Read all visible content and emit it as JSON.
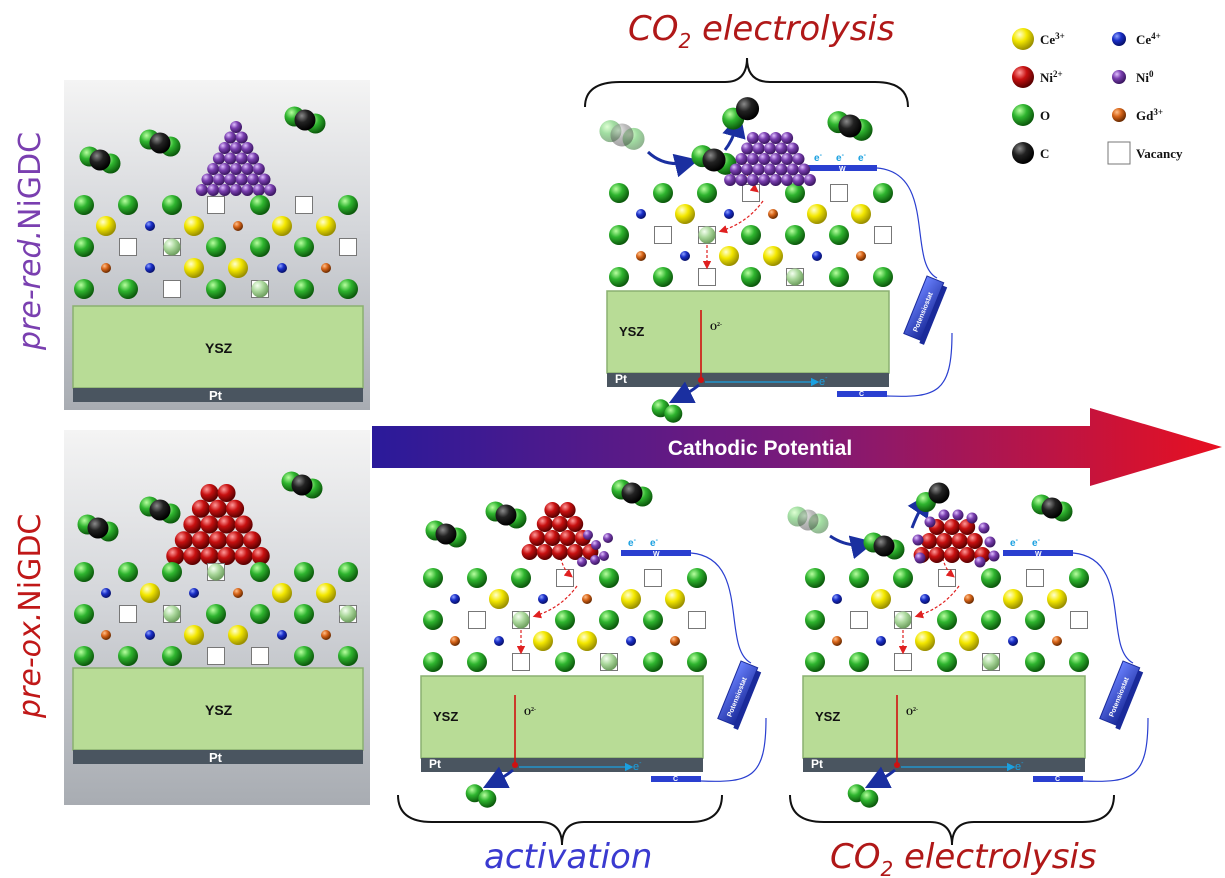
{
  "titles": {
    "top": "CO",
    "top_sub": "2",
    "top_rest": " electrolysis",
    "bottom_left": "activation",
    "bottom_right": "CO",
    "bottom_right_sub": "2",
    "bottom_right_rest": " electrolysis"
  },
  "side_labels": {
    "pre_red_prefix": "pre-red.",
    "pre_red_suffix": "NiGDC",
    "pre_ox_prefix": "pre-ox.",
    "pre_ox_suffix": "NiGDC"
  },
  "arrow_label": "Cathodic Potential",
  "cell_labels": {
    "ysz": "YSZ",
    "pt": "Pt",
    "oxide_ion": "O",
    "oxide_charge": "2-",
    "electron": "e",
    "electron_charge": "-",
    "working": "W",
    "counter": "C",
    "potentiostat": "Potensiostat"
  },
  "legend": [
    {
      "symbol": "Ce",
      "sup": "3+",
      "color": "#f2e600"
    },
    {
      "symbol": "Ce",
      "sup": "4+",
      "color": "#1a2fc8"
    },
    {
      "symbol": "Ni",
      "sup": "2+",
      "color": "#c01010"
    },
    {
      "symbol": "Ni",
      "sup": "0",
      "color": "#7a3fb0"
    },
    {
      "symbol": "O",
      "sup": "",
      "color": "#2aa82a"
    },
    {
      "symbol": "Gd",
      "sup": "3+",
      "color": "#d8661a"
    },
    {
      "symbol": "C",
      "sup": "",
      "color": "#151515"
    },
    {
      "symbol": "Vacancy",
      "sup": "",
      "color": "#ffffff"
    }
  ],
  "colors": {
    "title_red": "#b01818",
    "title_blue": "#3a3ad0",
    "ysz": "#b8dc96",
    "pt": "#4a5560",
    "oxygen": "#2aa82a",
    "ce3": "#f2e600",
    "ce4": "#1a2fc8",
    "ni2": "#c01010",
    "ni0": "#7a3fb0",
    "gd": "#d8661a",
    "carbon": "#151515",
    "circuit": "#2a3fd0"
  }
}
